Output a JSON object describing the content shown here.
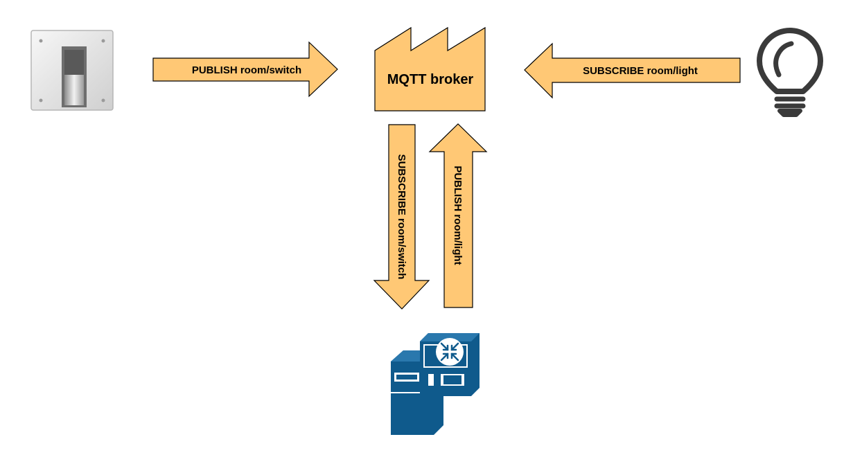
{
  "nodes": {
    "switch": {
      "icon": "wall-switch-icon"
    },
    "broker": {
      "label": "MQTT broker",
      "icon": "factory-icon"
    },
    "light": {
      "icon": "light-bulb-icon"
    },
    "controller": {
      "icon": "controller-icon"
    }
  },
  "arrows": {
    "publish_switch": "PUBLISH room/switch",
    "subscribe_light": "SUBSCRIBE room/light",
    "subscribe_switch": "SUBSCRIBE room/switch",
    "publish_light": "PUBLISH room/light"
  },
  "colors": {
    "arrow_fill": "#FFC875",
    "stroke": "#000000",
    "device_blue": "#0F5A8C"
  }
}
